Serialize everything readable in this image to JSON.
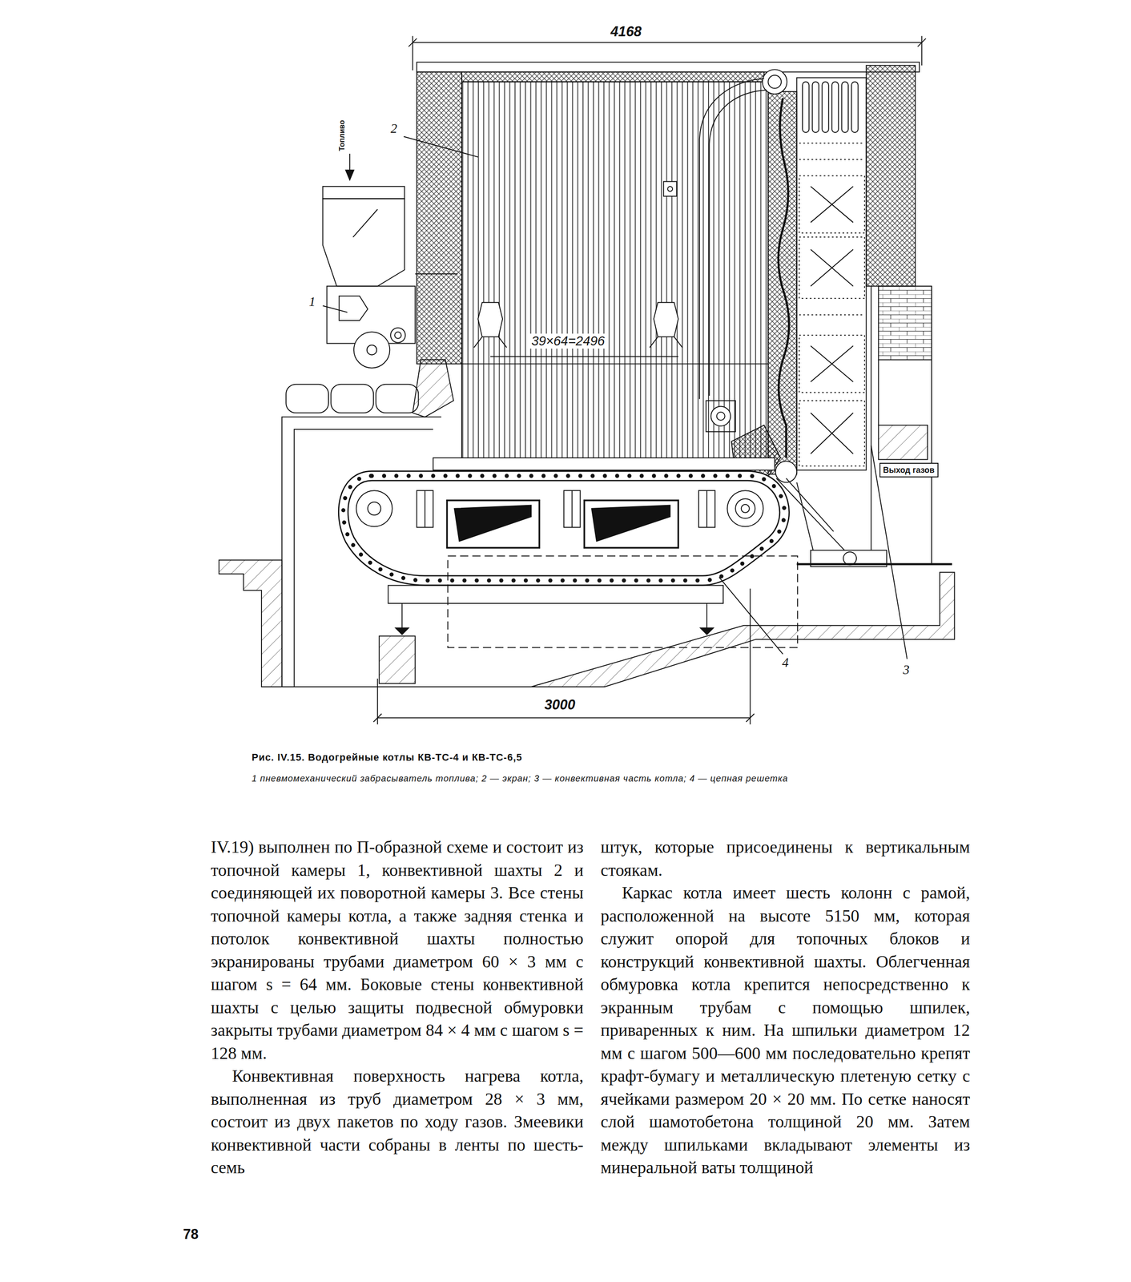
{
  "diagram": {
    "caption": "Рис. IV.15. Водогрейные котлы КВ-ТС-4 и КВ-ТС-6,5",
    "nodes": [
      {
        "text": [
          "Выход газов"
        ]
      }
    ],
    "labels": [
      "4168",
      "Топливо",
      "2",
      "1",
      "39×64=2496",
      "3000",
      "4",
      "3",
      "1 пневмомеханический забрасыватель топлива; 2 — экран; 3 — конвективная часть котла; 4 — цепная решетка",
      "IV.19) выполнен по П-образной схеме и состоит из топочной камеры 1, конвективной шахты 2 и соединяющей их поворотной камеры 3. Все стены топочной камеры котла, а также задняя стенка и потолок конвективной шахты полностью экранированы трубами диаметром 60 × 3 мм с шагом s = 64 мм. Боковые стены конвективной шахты с целью защиты подвесной обмуровки закрыты трубами диаметром 84 × 4 мм с шагом s = 128 мм.",
      "Конвективная поверхность нагрева котла, выполненная из труб диаметром 28 × 3 мм, состоит из двух пакетов по ходу газов. Змеевики конвективной части собраны в ленты по шесть-семь",
      "штук, которые присоединены к вертикальным стоякам.",
      "Каркас котла имеет шесть колонн с рамой, расположенной на высоте 5150 мм, которая служит опорой для топочных блоков и конструкций конвективной шахты. Облегченная обмуровка котла крепится непосредственно к экранным трубам с помощью шпилек, приваренных к ним. На шпильки диаметром 12 мм с шагом 500—600 мм последовательно крепят крафт-бумагу и металлическую плетеную сетку с ячейками размером 20 × 20 мм. По сетке наносят слой шамотобетона толщиной 20 мм. Затем между шпильками вкладывают элементы из минеральной ваты толщиной",
      "78"
    ]
  }
}
